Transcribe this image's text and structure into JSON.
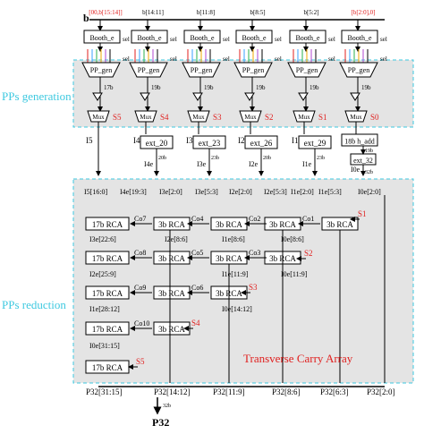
{
  "input_label": "b",
  "input_slices": [
    "[00,b[15:14]]",
    "b[14:11]",
    "b[11:8]",
    "b[8:5]",
    "b[5:2]",
    "[b[2:0],0]"
  ],
  "booth_label": "Booth_e",
  "sel_label": "sel",
  "ppgen_label": "PP_gen",
  "mux_label": "Mux",
  "pp_widths": [
    "17b",
    "19b",
    "19b",
    "19b",
    "19b",
    "19b"
  ],
  "select_signals": [
    "S5",
    "S4",
    "S3",
    "S2",
    "S1",
    "S0"
  ],
  "i_signals": [
    "I5",
    "I4",
    "I3",
    "I2",
    "I1",
    "I0"
  ],
  "ext_boxes": [
    "ext_20",
    "ext_23",
    "ext_26",
    "ext_29",
    "ext_32"
  ],
  "h_add_box": "18b h_add",
  "ext_bits": [
    "20b",
    "23b",
    "20b",
    "23b",
    "19b",
    "32b"
  ],
  "ie_labels": [
    "I4e",
    "I3e",
    "I2e",
    "I1e",
    "I0e"
  ],
  "section_generation": "PPs generation",
  "section_reduction": "PPs reduction",
  "reduction_top_labels": [
    "I5[16:0]",
    "I4e[19:3]",
    "I3e[2:0]",
    "I3e[5:3]",
    "I2e[2:0]",
    "I2e[5:3]",
    "I1e[2:0]",
    "I1e[5:3]",
    "I0e[2:0]"
  ],
  "rca_17b": "17b RCA",
  "rca_3b": "3b RCA",
  "carry_labels": [
    "Co7",
    "Co4",
    "Co2",
    "Co1",
    "Co8",
    "Co5",
    "Co3",
    "Co9",
    "Co6",
    "Co10"
  ],
  "mid_labels": [
    "I3e[22:6]",
    "I2e[8:6]",
    "I1e[8:6]",
    "I0e[8:6]",
    "I2e[25:9]",
    "I1e[11:9]",
    "I0e[11:9]",
    "I1e[28:12]",
    "I0e[14:12]",
    "I0e[31:15]"
  ],
  "reduction_signals": [
    "S1",
    "S2",
    "S3",
    "S4",
    "S5"
  ],
  "transverse_label": "Transverse Carry Array",
  "outputs": [
    "P32[31:15]",
    "P32[14:12]",
    "P32[11:9]",
    "P32[8:6]",
    "P32[6:3]",
    "P32[2:0]"
  ],
  "output_bits": "32b",
  "final_output": "P32",
  "colors": {
    "accent_red": "#e0201f",
    "dashed_cyan": "#3ec9e0",
    "panel_gray": "#e4e4e4"
  }
}
